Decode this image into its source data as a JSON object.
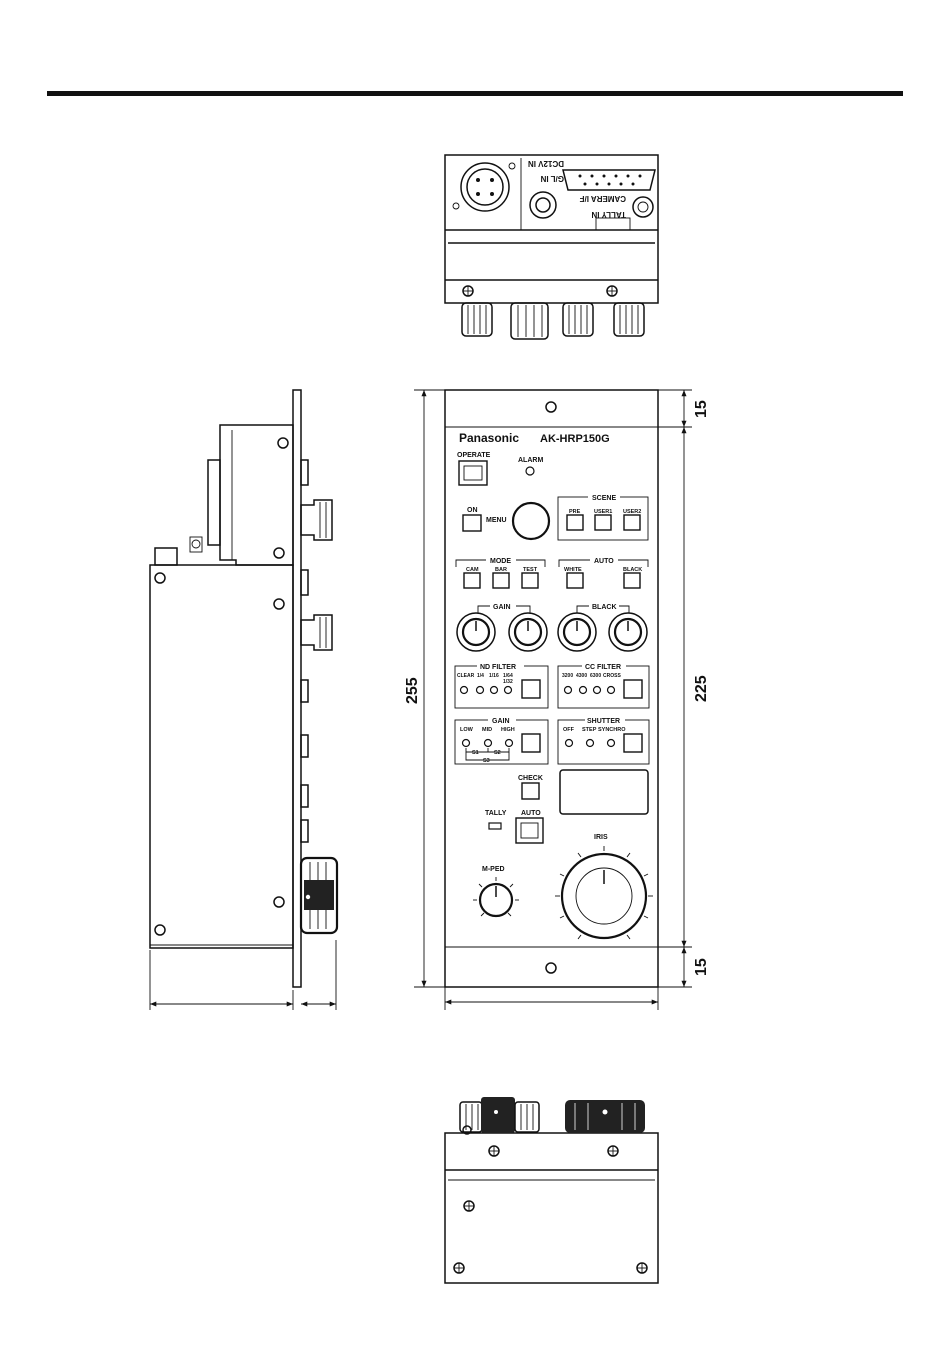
{
  "brand": "Panasonic",
  "model": "AK-HRP150G",
  "rear_panel": {
    "dc_in": "DC12V IN",
    "gl_in": "G/L IN",
    "camera_if": "CAMERA I/F",
    "tally_in": "TALLY IN"
  },
  "dimensions": {
    "total_height": "255",
    "inner_height": "225",
    "top_margin": "15",
    "bottom_margin": "15"
  },
  "panel": {
    "operate": "OPERATE",
    "alarm": "ALARM",
    "on": "ON",
    "menu": "MENU",
    "scene": {
      "title": "SCENE",
      "buttons": [
        "PRE",
        "USER1",
        "USER2"
      ]
    },
    "mode": {
      "title": "MODE",
      "buttons": [
        "CAM",
        "BAR",
        "TEST"
      ]
    },
    "auto": {
      "title": "AUTO",
      "buttons": [
        "WHITE",
        "BLACK"
      ]
    },
    "gain_knobs": "GAIN",
    "black_knobs": "BLACK",
    "nd_filter": {
      "title": "ND FILTER",
      "labels": [
        "CLEAR",
        "1/4",
        "1/16",
        "1/64",
        "1/32"
      ]
    },
    "cc_filter": {
      "title": "CC FILTER",
      "labels": [
        "3200",
        "4300",
        "6300",
        "CROSS"
      ]
    },
    "gain_sel": {
      "title": "GAIN",
      "labels": [
        "LOW",
        "MID",
        "HIGH"
      ],
      "s1": "S1",
      "s2": "S2",
      "s3": "S3"
    },
    "shutter": {
      "title": "SHUTTER",
      "labels": [
        "OFF",
        "STEP",
        "SYNCHRO"
      ]
    },
    "check": "CHECK",
    "tally": "TALLY",
    "auto_iris": "AUTO",
    "iris": "IRIS",
    "mped": "M-PED"
  }
}
